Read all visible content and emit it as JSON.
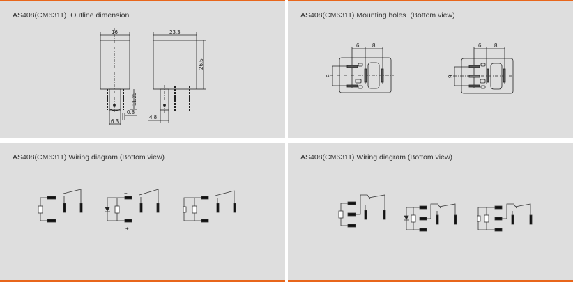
{
  "panels": {
    "outline": {
      "title": "AS408(CM6311)  Outline dimension",
      "dims": {
        "width_side": "16",
        "width_front": "23.3",
        "height": "26.5",
        "pin_length": "11.25",
        "pin_thickness": "0.8",
        "pin_spacing_side": "6.3",
        "pin_offset_front": "4.8"
      }
    },
    "mounting": {
      "title": "AS408(CM6311) Mounting holes  (Bottom view)",
      "dims": {
        "a": "6",
        "b": "8",
        "c": "9"
      }
    },
    "wiring_left": {
      "title": "AS408(CM6311) Wiring diagram (Bottom view)",
      "minus": "−",
      "plus": "+"
    },
    "wiring_right": {
      "title": "AS408(CM6311) Wiring diagram (Bottom view)",
      "minus": "−",
      "plus": "+"
    }
  },
  "colors": {
    "accent": "#e8661b",
    "panel_bg": "#dedede"
  }
}
